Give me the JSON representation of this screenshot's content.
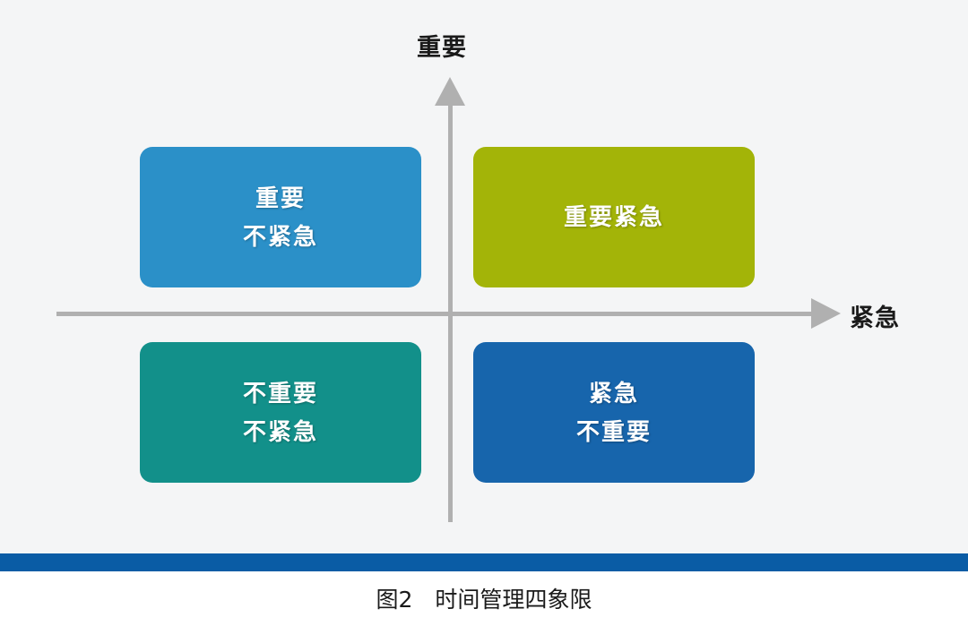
{
  "figure": {
    "caption": "图2　时间管理四象限",
    "background": "#f4f5f6",
    "rule_color": "#0a5ca5",
    "axis_color": "#b0b0b0"
  },
  "axes": {
    "vertical_label": "重要",
    "horizontal_label": "紧急",
    "vertical_arrow_icon": "arrow-up-icon",
    "horizontal_arrow_icon": "arrow-right-icon"
  },
  "quadrants": [
    {
      "id": "important-not-urgent",
      "line1": "重要",
      "line2": "不紧急",
      "color": "#2b90c8",
      "shadow": "#1d74a6",
      "position": "top-left"
    },
    {
      "id": "important-urgent",
      "line1": "重要紧急",
      "line2": "",
      "color": "#a3b408",
      "shadow": "#818f06",
      "position": "top-right"
    },
    {
      "id": "not-important-not-urgent",
      "line1": "不重要",
      "line2": "不紧急",
      "color": "#12908a",
      "shadow": "#0c726d",
      "position": "bottom-left"
    },
    {
      "id": "urgent-not-important",
      "line1": "紧急",
      "line2": "不重要",
      "color": "#1765ac",
      "shadow": "#0f4d88",
      "position": "bottom-right"
    }
  ]
}
